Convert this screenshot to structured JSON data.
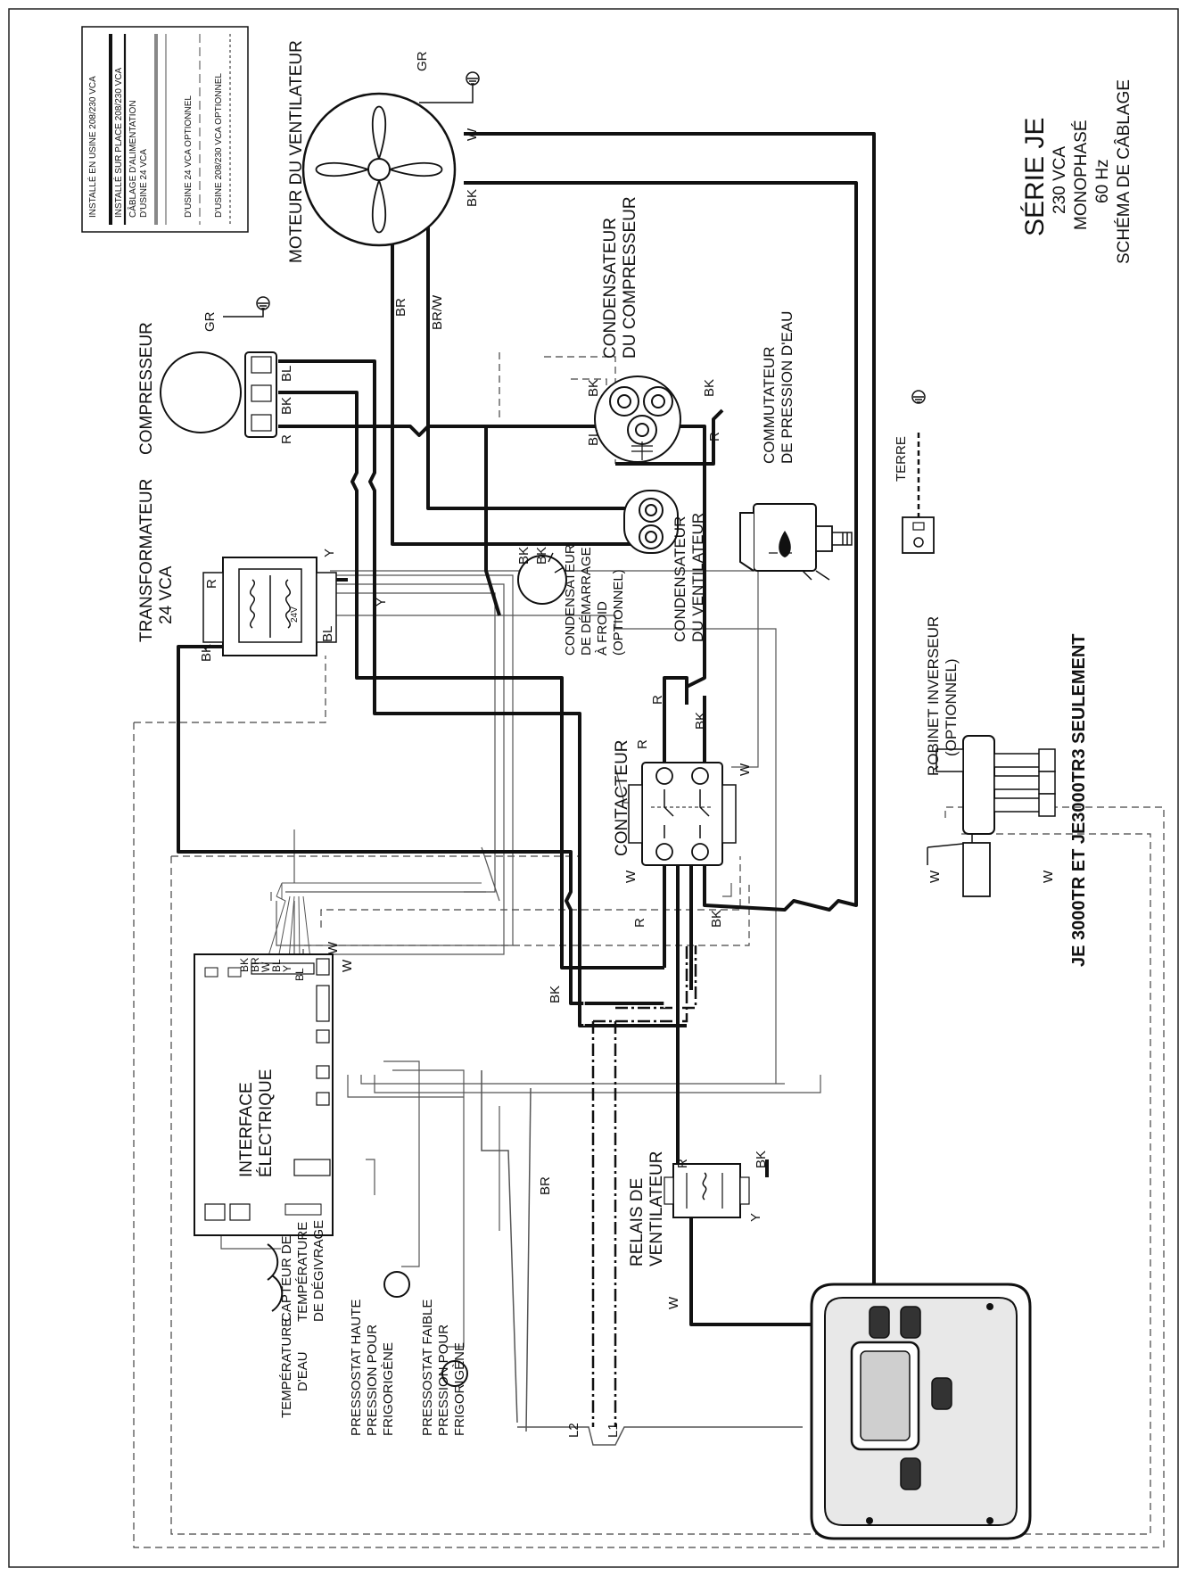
{
  "legend": {
    "factory_208_230": "INSTALLÉ EN USINE 208/230 VCA",
    "field_208_230": "INSTALLÉ SUR PLACE 208/230 VCA",
    "supply_wiring_1": "CÂBLAGE D'ALIMENTATION",
    "supply_wiring_2": "D'USINE 24 VCA",
    "optional_24": "D'USINE 24 VCA OPTIONNEL",
    "optional_208": "D'USINE 208/230 VCA OPTIONNEL"
  },
  "title": {
    "series": "SÉRIE JE",
    "voltage": "230 VCA",
    "phase": "MONOPHASÉ",
    "freq": "60 Hz",
    "name": "SCHÉMA DE CÂBLAGE"
  },
  "footnote": "JE 3000TR ET JE3000TR3 SEULEMENT",
  "components": {
    "fan_motor": "MOTEUR DU VENTILATEUR",
    "compressor": "COMPRESSEUR",
    "comp_capacitor_1": "CONDENSATEUR",
    "comp_capacitor_2": "DU COMPRESSEUR",
    "water_switch_1": "COMMUTATEUR",
    "water_switch_2": "DE PRESSION D'EAU",
    "ground": "TERRE",
    "transformer_1": "TRANSFORMATEUR",
    "transformer_2": "24 VCA",
    "fan_capacitor_1": "CONDENSATEUR",
    "fan_capacitor_2": "DU VENTILATEUR",
    "cold_start_1": "CONDENSATEUR",
    "cold_start_2": "DE DÉMARRAGE",
    "cold_start_3": "À FROID",
    "cold_start_4": "(OPTIONNEL)",
    "contactor": "CONTACTEUR",
    "reversing_valve_1": "ROBINET INVERSEUR",
    "reversing_valve_2": "(OPTIONNEL)",
    "interface_1": "INTERFACE",
    "interface_2": "ÉLECTRIQUE",
    "fan_relay_1": "RELAIS DE",
    "fan_relay_2": "VENTILATEUR",
    "water_temp_1": "TEMPÉRATURE",
    "water_temp_2": "D'EAU",
    "defrost_1": "CAPTEUR DE",
    "defrost_2": "TEMPÉRATURE",
    "defrost_3": "DE DÉGIVRAGE",
    "hp_switch_1": "PRESSOSTAT HAUTE",
    "hp_switch_2": "PRESSION POUR",
    "hp_switch_3": "FRIGORIGÈNE",
    "lp_switch_1": "PRESSOSTAT FAIBLE",
    "lp_switch_2": "PRESSION POUR",
    "lp_switch_3": "FRIGORIGÈNE",
    "transformer_24v": "24V"
  },
  "wires": {
    "gr": "GR",
    "w": "W",
    "bk": "BK",
    "br": "BR",
    "br_w": "BR/W",
    "bl": "BL",
    "r": "R",
    "y": "Y",
    "l1": "L1",
    "l2": "L2"
  }
}
